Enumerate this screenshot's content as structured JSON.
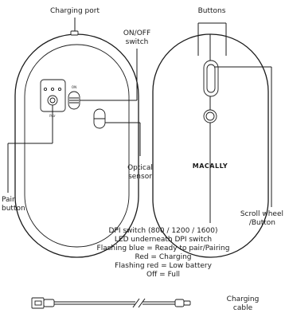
{
  "labels": {
    "charging_port": "Charging port",
    "buttons": "Buttons",
    "on_off_switch_line1": "ON/OFF",
    "on_off_switch_line2": "switch",
    "optical_sensor_line1": "Optical",
    "optical_sensor_line2": "sensor",
    "pair_button_line1": "Pair",
    "pair_button_line2": "button",
    "scroll_wheel_line1": "Scroll wheel",
    "scroll_wheel_line2": "/Button",
    "charging_cable_line1": "Charging",
    "charging_cable_line2": "cable"
  },
  "device_markings": {
    "pair_text": "Pair",
    "on_text": "ON",
    "brand": "MACALLY"
  },
  "dpi_info": [
    "DPI switch (800 / 1200 / 1600)",
    "LED underneath DPI switch",
    "Flashing blue = Ready to pair/Pairing",
    "Red = Charging",
    "Flashing red = Low battery",
    "Off = Full"
  ]
}
